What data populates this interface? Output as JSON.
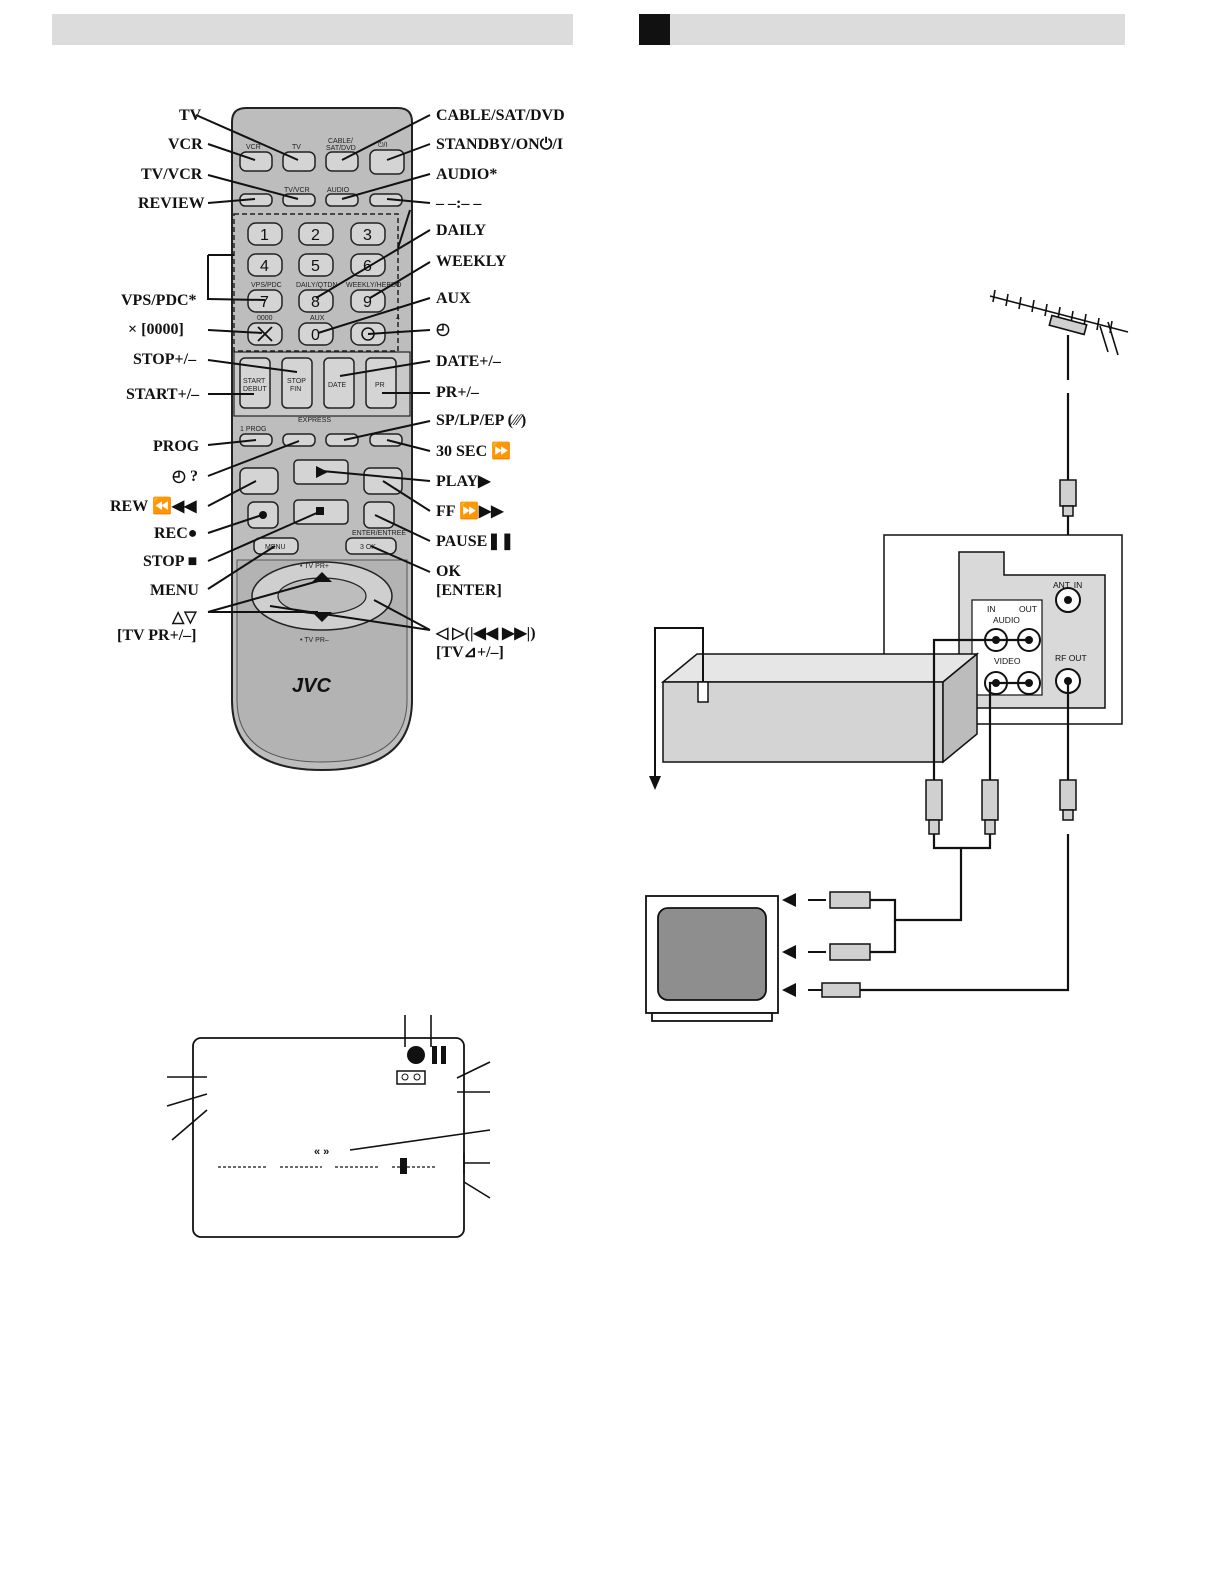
{
  "remote_labels_left": {
    "tv": "TV",
    "vcr": "VCR",
    "tv_vcr": "TV/VCR",
    "review": "REVIEW",
    "vps_pdc": "VPS/PDC*",
    "cancel": "× [0000]",
    "stop_pm": "STOP+/–",
    "start_pm": "START+/–",
    "prog": "PROG",
    "timer_q": "◴ ?",
    "rew": "REW ⏪◀◀",
    "rec": "REC●",
    "stop": "STOP ■",
    "menu": "MENU",
    "updown": "△▽",
    "tv_pr": "[TV PR+/–]"
  },
  "remote_labels_right": {
    "cable": "CABLE/SAT/DVD",
    "standby": "STANDBY/ON⏻/I",
    "audio": "AUDIO*",
    "dashes": "– –:– –",
    "daily": "DAILY",
    "weekly": "WEEKLY",
    "aux": "AUX",
    "timer": "◴",
    "date": "DATE+/–",
    "pr": "PR+/–",
    "splp": "SP/LP/EP (∕∕∕)",
    "sec30": "30 SEC ⏩",
    "play": "PLAY▶",
    "ff": "FF ⏩▶▶",
    "pause": "PAUSE❚❚",
    "ok": "OK",
    "enter": "[ENTER]",
    "leftright": "◁ ▷(|◀◀ ▶▶|)",
    "tv_vol": "[TV⊿+/–]"
  },
  "remote_keys": {
    "k1": "1",
    "k2": "2",
    "k3": "3",
    "k4": "4",
    "k5": "5",
    "k6": "6",
    "k7": "7",
    "k8": "8",
    "k9": "9",
    "k0": "0"
  },
  "remote_small": {
    "vcr": "VCR",
    "tv": "TV",
    "cable": "CABLE/",
    "cable2": "SAT/DVD",
    "standby": "⏻/I",
    "tvvcr": "TV/VCR",
    "audio": "AUDIO",
    "vpspdc": "VPS/PDC",
    "daily": "DAILY/QTDN",
    "weekly": "WEEKLY/HEBDO",
    "aux": "AUX",
    "zeros": "0000",
    "four": "4",
    "start": "START",
    "debut": "DEBUT",
    "stop": "STOP",
    "fin": "FIN",
    "date": "DATE",
    "pr": "PR",
    "express": "EXPRESS",
    "prog": "1 PROG",
    "enter": "ENTER/ENTREE",
    "ok": "3 OK",
    "menu": "MENU",
    "tvprp": "• TV PR+",
    "tvprm": "• TV PR–",
    "brand": "JVC"
  },
  "connection_labels": {
    "ant_in": "ANT. IN",
    "rf_out": "RF OUT",
    "in": "IN",
    "out": "OUT",
    "audio": "AUDIO",
    "video": "VIDEO"
  },
  "colors": {
    "header_bar": "#dcdcdc",
    "remote_body": "#bdbdbd",
    "panel": "#d9d9d9",
    "tv_screen": "#8e8e8e"
  }
}
